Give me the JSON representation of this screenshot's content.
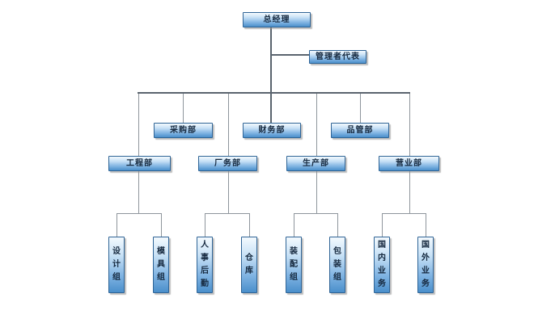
{
  "org_chart": {
    "root": {
      "label": "总经理"
    },
    "assistant": {
      "label": "管理者代表"
    },
    "level2": [
      {
        "label": "采购部"
      },
      {
        "label": "财务部"
      },
      {
        "label": "品管部"
      }
    ],
    "level3": [
      {
        "label": "工程部"
      },
      {
        "label": "厂务部"
      },
      {
        "label": "生产部"
      },
      {
        "label": "营业部"
      }
    ],
    "level4": [
      {
        "label": "设计组"
      },
      {
        "label": "模具组"
      },
      {
        "label": "人事后勤"
      },
      {
        "label": "仓库"
      },
      {
        "label": "装配组"
      },
      {
        "label": "包装组"
      },
      {
        "label": "国内业务"
      },
      {
        "label": "国外业务"
      }
    ]
  },
  "colors": {
    "background": "#ffffff",
    "box_border": "#2f6496",
    "box_gradient_top": "#f4fafe",
    "box_gradient_bottom": "#4a8fcb",
    "box_shadow": "#949494",
    "line_primary": "#5a646e",
    "line_secondary": "#8e959c",
    "text": "#16293f"
  }
}
